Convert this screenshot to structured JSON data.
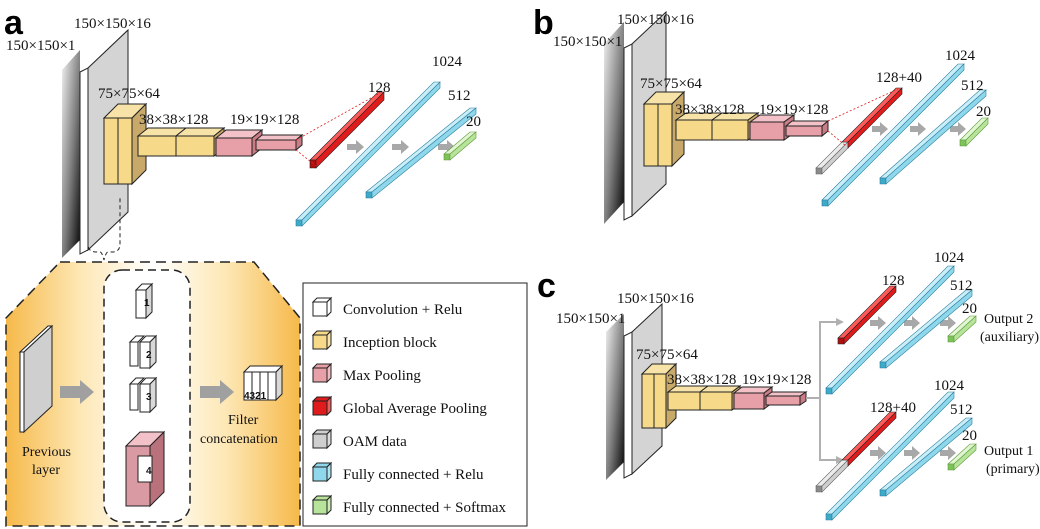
{
  "panels": {
    "a": "a",
    "b": "b",
    "c": "c"
  },
  "dims": {
    "input": "150×150×1",
    "conv": "150×150×16",
    "inception": "75×75×64",
    "inception2": "38×38×128",
    "pool": "19×19×128",
    "gap": "128",
    "gap_oam": "128+40",
    "fc1": "1024",
    "fc2": "512",
    "out": "20"
  },
  "inset": {
    "previous_layer_line1": "Previous",
    "previous_layer_line2": "layer",
    "filter_concat_line1": "Filter",
    "filter_concat_line2": "concatenation",
    "branch1": "1",
    "branch2": "2",
    "branch3": "3",
    "branch4": "4",
    "concat_digits": "4321"
  },
  "outputs": {
    "out2_line1": "Output 2",
    "out2_line2": "(auxiliary)",
    "out1_line1": "Output 1",
    "out1_line2": "(primary)"
  },
  "legend": [
    {
      "label": "Convolution + Relu",
      "color": "#ffffff"
    },
    {
      "label": "Inception block",
      "color": "#f7d98a"
    },
    {
      "label": "Max Pooling",
      "color": "#e8a0a8"
    },
    {
      "label": "Global Average Pooling",
      "color": "#e01b1b"
    },
    {
      "label": "OAM data",
      "color": "#cfcfcf"
    },
    {
      "label": "Fully connected + Relu",
      "color": "#8fd8ec"
    },
    {
      "label": "Fully connected + Softmax",
      "color": "#b8e39a"
    }
  ],
  "colors": {
    "conv": "#ffffff",
    "inception": "#f7d98a",
    "pool": "#e8a0a8",
    "gap": "#e01b1b",
    "oam": "#cfcfcf",
    "fc_relu": "#8fd8ec",
    "fc_softmax": "#b8e39a",
    "arrow": "#a8a8a8"
  }
}
